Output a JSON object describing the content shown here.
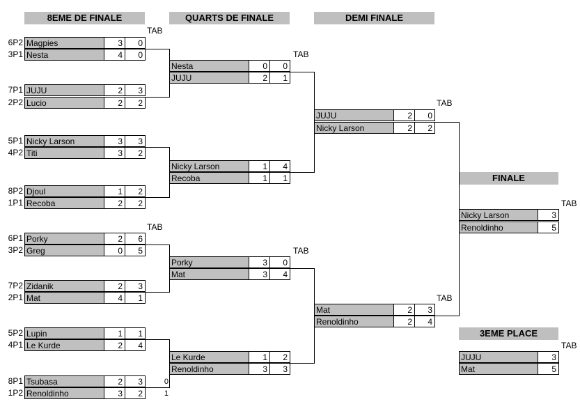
{
  "headers": {
    "r16": "8EME DE FINALE",
    "qf": "QUARTS DE FINALE",
    "sf": "DEMI FINALE",
    "final": "FINALE",
    "third": "3EME PLACE"
  },
  "tab_label": "TAB",
  "r16": [
    {
      "seed": "6P2",
      "name": "Magpies",
      "score": "3",
      "tab": "0"
    },
    {
      "seed": "3P1",
      "name": "Nesta",
      "score": "4",
      "tab": "0"
    },
    {
      "seed": "7P1",
      "name": "JUJU",
      "score": "2",
      "tab": "3"
    },
    {
      "seed": "2P2",
      "name": "Lucio",
      "score": "2",
      "tab": "2"
    },
    {
      "seed": "5P1",
      "name": "Nicky Larson",
      "score": "3",
      "tab": "3"
    },
    {
      "seed": "4P2",
      "name": "Titi",
      "score": "3",
      "tab": "2"
    },
    {
      "seed": "8P2",
      "name": "Djoul",
      "score": "1",
      "tab": "2"
    },
    {
      "seed": "1P1",
      "name": "Recoba",
      "score": "2",
      "tab": "2"
    },
    {
      "seed": "6P1",
      "name": "Porky",
      "score": "2",
      "tab": "6"
    },
    {
      "seed": "3P2",
      "name": "Greg",
      "score": "0",
      "tab": "5"
    },
    {
      "seed": "7P2",
      "name": "Zidanik",
      "score": "2",
      "tab": "3"
    },
    {
      "seed": "2P1",
      "name": "Mat",
      "score": "4",
      "tab": "1"
    },
    {
      "seed": "5P2",
      "name": "Lupin",
      "score": "1",
      "tab": "1"
    },
    {
      "seed": "4P1",
      "name": "Le Kurde",
      "score": "2",
      "tab": "4"
    },
    {
      "seed": "8P1",
      "name": "Tsubasa",
      "score": "2",
      "tab": "3"
    },
    {
      "seed": "1P2",
      "name": "Renoldinho",
      "score": "3",
      "tab": "2"
    }
  ],
  "extra_tab": [
    "0",
    "1"
  ],
  "qf": [
    {
      "name": "Nesta",
      "score": "0",
      "tab": "0"
    },
    {
      "name": "JUJU",
      "score": "2",
      "tab": "1"
    },
    {
      "name": "Nicky Larson",
      "score": "1",
      "tab": "4"
    },
    {
      "name": "Recoba",
      "score": "1",
      "tab": "1"
    },
    {
      "name": "Porky",
      "score": "3",
      "tab": "0"
    },
    {
      "name": "Mat",
      "score": "3",
      "tab": "4"
    },
    {
      "name": "Le Kurde",
      "score": "1",
      "tab": "2"
    },
    {
      "name": "Renoldinho",
      "score": "3",
      "tab": "3"
    }
  ],
  "sf": [
    {
      "name": "JUJU",
      "score": "2",
      "tab": "0"
    },
    {
      "name": "Nicky Larson",
      "score": "2",
      "tab": "2"
    },
    {
      "name": "Mat",
      "score": "2",
      "tab": "3"
    },
    {
      "name": "Renoldinho",
      "score": "2",
      "tab": "4"
    }
  ],
  "final": [
    {
      "name": "Nicky Larson",
      "score": "3"
    },
    {
      "name": "Renoldinho",
      "score": "5"
    }
  ],
  "third": [
    {
      "name": "JUJU",
      "score": "3"
    },
    {
      "name": "Mat",
      "score": "5"
    }
  ]
}
